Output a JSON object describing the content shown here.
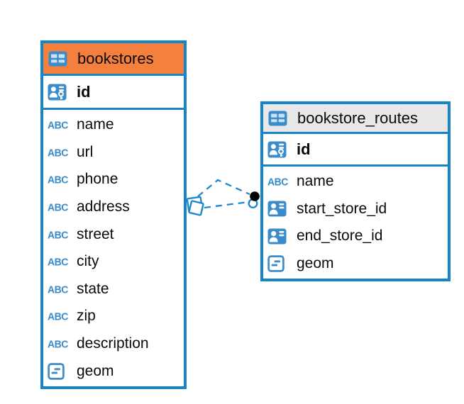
{
  "colors": {
    "table_border": "#1585C8",
    "bookstores_header_bg": "#F5803E",
    "routes_header_bg": "#E8E8E8",
    "icon_blue": "#3A8CCB",
    "relationship_line": "#1E88CF",
    "endpoint_dot": "#000000",
    "text": "#0a0a0a"
  },
  "icons": {
    "text_type_label": "ABC"
  },
  "tables": [
    {
      "title": "bookstores",
      "primary_key": "id",
      "fields": [
        "name",
        "url",
        "phone",
        "address",
        "street",
        "city",
        "state",
        "zip",
        "description",
        "geom"
      ],
      "field_types": [
        "text",
        "text",
        "text",
        "text",
        "text",
        "text",
        "text",
        "text",
        "text",
        "geometry"
      ]
    },
    {
      "title": "bookstore_routes",
      "primary_key": "id",
      "fields": [
        "name",
        "start_store_id",
        "end_store_id",
        "geom"
      ],
      "field_types": [
        "text",
        "reference",
        "reference",
        "geometry"
      ]
    }
  ],
  "relationship": {
    "from_table": "bookstores",
    "to_table": "bookstore_routes",
    "style": "dashed",
    "line_count": 2
  }
}
